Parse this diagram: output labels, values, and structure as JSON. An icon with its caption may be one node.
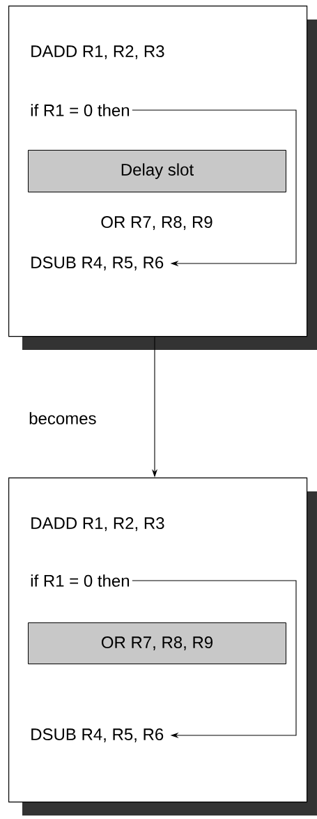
{
  "diagram": {
    "nodes": [
      {
        "text": [],
        "shape": "box"
      },
      {
        "text": [
          "if R1 = 0 then"
        ],
        "in": 0
      },
      {
        "text": [
          "Delay slot"
        ],
        "in": 0
      },
      {
        "text": [
          "DSUB R4, R5, R6"
        ],
        "in": 0
      },
      {
        "text": [],
        "shape": "box"
      },
      {
        "text": [
          "if R1 = 0 then"
        ],
        "in": 4
      },
      {
        "text": [
          "OR R7, R8, R9"
        ],
        "in": 4
      },
      {
        "text": [
          "DSUB R4, R5, R6"
        ],
        "in": 4
      }
    ],
    "edges": [
      {
        "from": 1,
        "to": 3,
        "arrow": "to"
      },
      {
        "from": 0,
        "to": 4,
        "arrow": "to",
        "label": "becomes"
      },
      {
        "from": 5,
        "to": 7,
        "arrow": "to"
      }
    ],
    "labels": [
      "DADD R1, R2, R3",
      "OR R7, R8, R9",
      "DADD R1, R2, R3"
    ]
  }
}
